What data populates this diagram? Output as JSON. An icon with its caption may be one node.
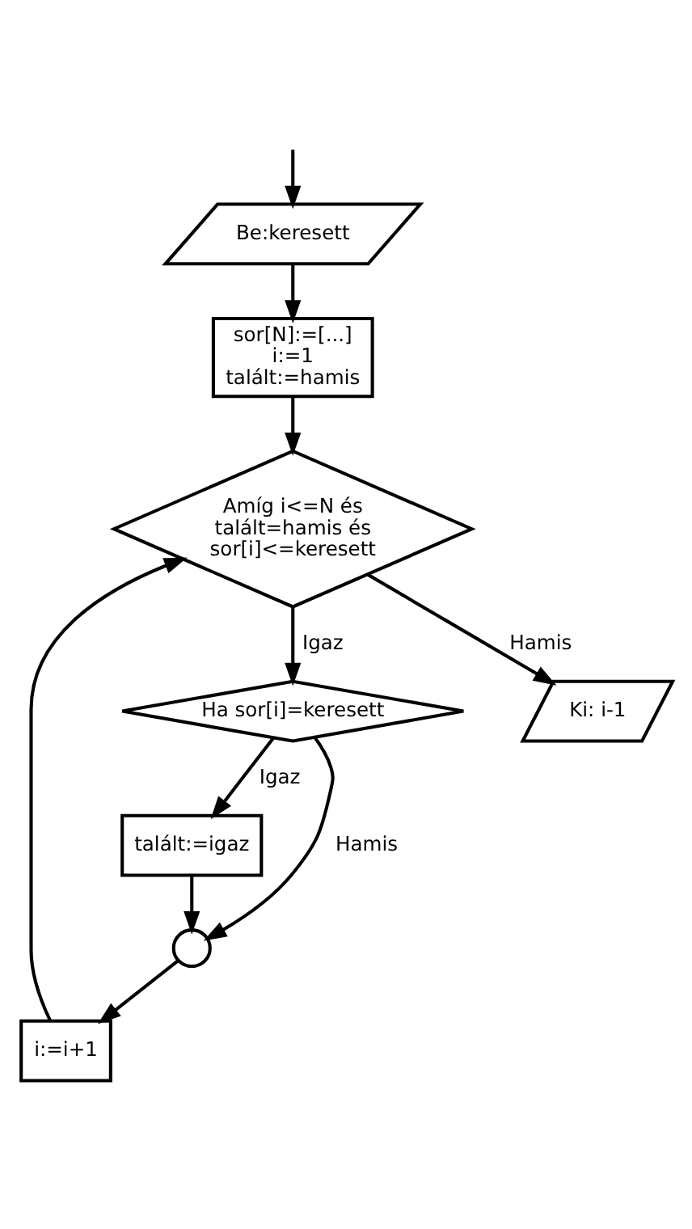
{
  "diagram": {
    "nodes": [
      {
        "text": [
          "Be:keresett"
        ]
      },
      {
        "text": [
          "sor[N]:=[...]",
          "i:=1",
          "talált:=hamis"
        ]
      },
      {
        "text": [
          "i:=i+1"
        ]
      },
      {
        "text": [
          "Amíg i<=N és talált=hamis és sor[i]<=keresett"
        ]
      },
      {
        "text": [
          "Ha sor[i]=keresett"
        ]
      },
      {
        "text": [
          "talált:=igaz"
        ]
      },
      {
        "text": [],
        "shape": "circle"
      },
      {
        "text": [
          "Ki: i-1"
        ]
      }
    ],
    "edges": [
      {
        "from": null,
        "to": 0,
        "arrow": "to"
      },
      {
        "from": 0,
        "to": 1,
        "arrow": "to"
      },
      {
        "from": 1,
        "to": 3,
        "arrow": "to"
      },
      {
        "from": 2,
        "to": 3,
        "arrow": "to"
      },
      {
        "from": 3,
        "to": 4,
        "arrow": "to",
        "label": "Igaz"
      },
      {
        "from": 3,
        "to": 7,
        "arrow": "to",
        "label": "Hamis"
      },
      {
        "from": 4,
        "to": 5,
        "arrow": "to",
        "label": "Igaz"
      },
      {
        "from": 4,
        "to": 6,
        "arrow": "to",
        "label": "Hamis"
      },
      {
        "from": 5,
        "to": 6,
        "arrow": "to"
      },
      {
        "from": 6,
        "to": 2,
        "arrow": "to"
      }
    ]
  }
}
